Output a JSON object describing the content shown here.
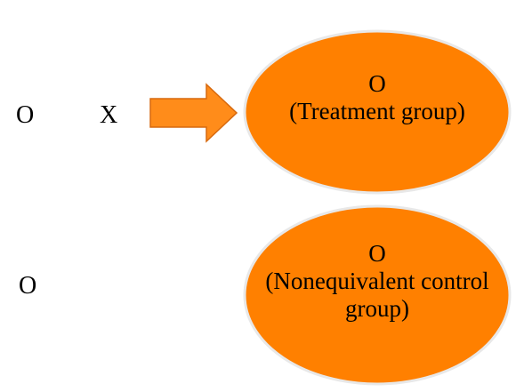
{
  "colors": {
    "node_fill": "#FF8000",
    "node_stroke": "#E8E8E8",
    "arrow_fill": "#FF8C1A",
    "arrow_stroke": "#D7690E",
    "text": "#000000"
  },
  "treatment_row": {
    "pretest": "O",
    "intervention": "X",
    "arrow_icon": "right-arrow-icon",
    "node": {
      "posttest": "O",
      "group": "(Treatment group)"
    }
  },
  "control_row": {
    "pretest": "O",
    "node": {
      "posttest": "O",
      "group_line1": "(Nonequivalent control",
      "group_line2": "group)"
    }
  }
}
